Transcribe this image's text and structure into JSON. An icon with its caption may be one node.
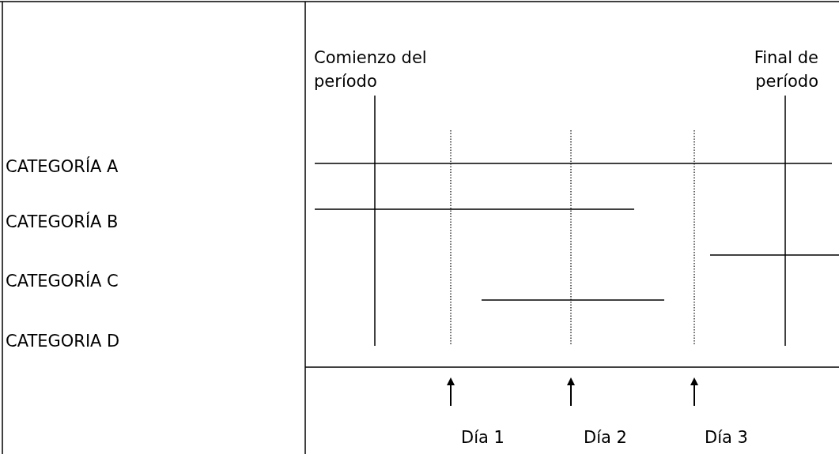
{
  "diagram": {
    "labels": [
      "Comienzo del período",
      "Final de período",
      "CATEGORÍA A",
      "CATEGORÍA B",
      "CATEGORÍA C",
      "CATEGORIA D",
      "Día 1",
      "Día 2",
      "Día 3"
    ]
  }
}
